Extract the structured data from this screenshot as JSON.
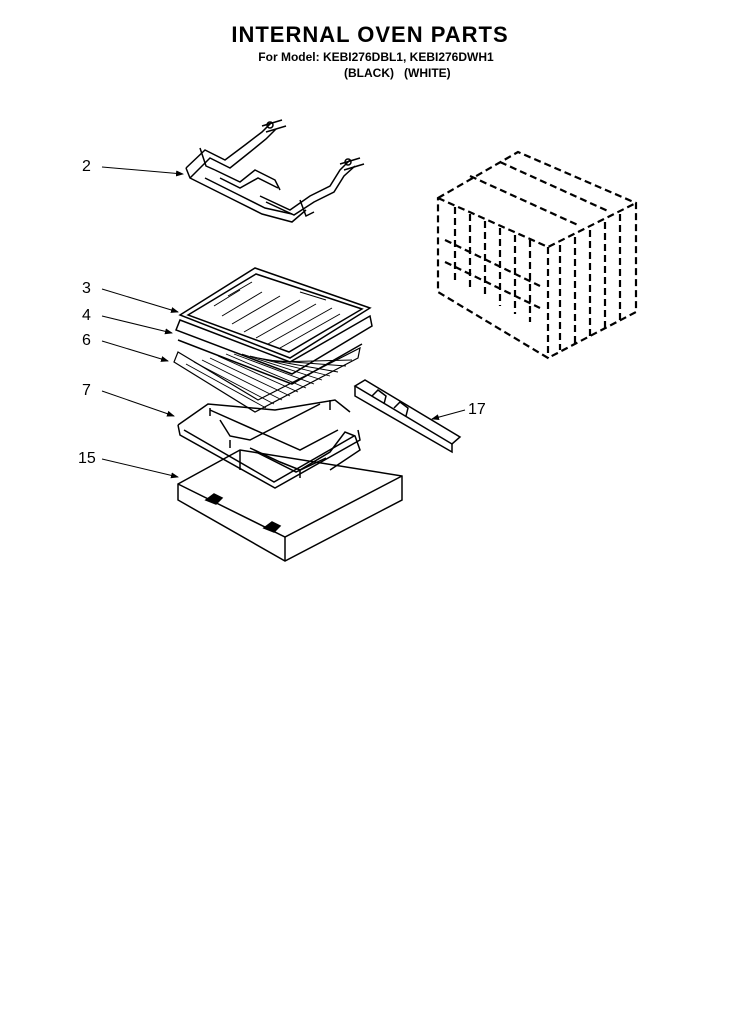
{
  "header": {
    "title": "INTERNAL OVEN PARTS",
    "model_line": "For Model: KEBI276DBL1, KEBI276DWH1",
    "variants": [
      "(BLACK)",
      "(WHITE)"
    ]
  },
  "callouts": [
    "2",
    "3",
    "4",
    "6",
    "7",
    "15",
    "17"
  ]
}
